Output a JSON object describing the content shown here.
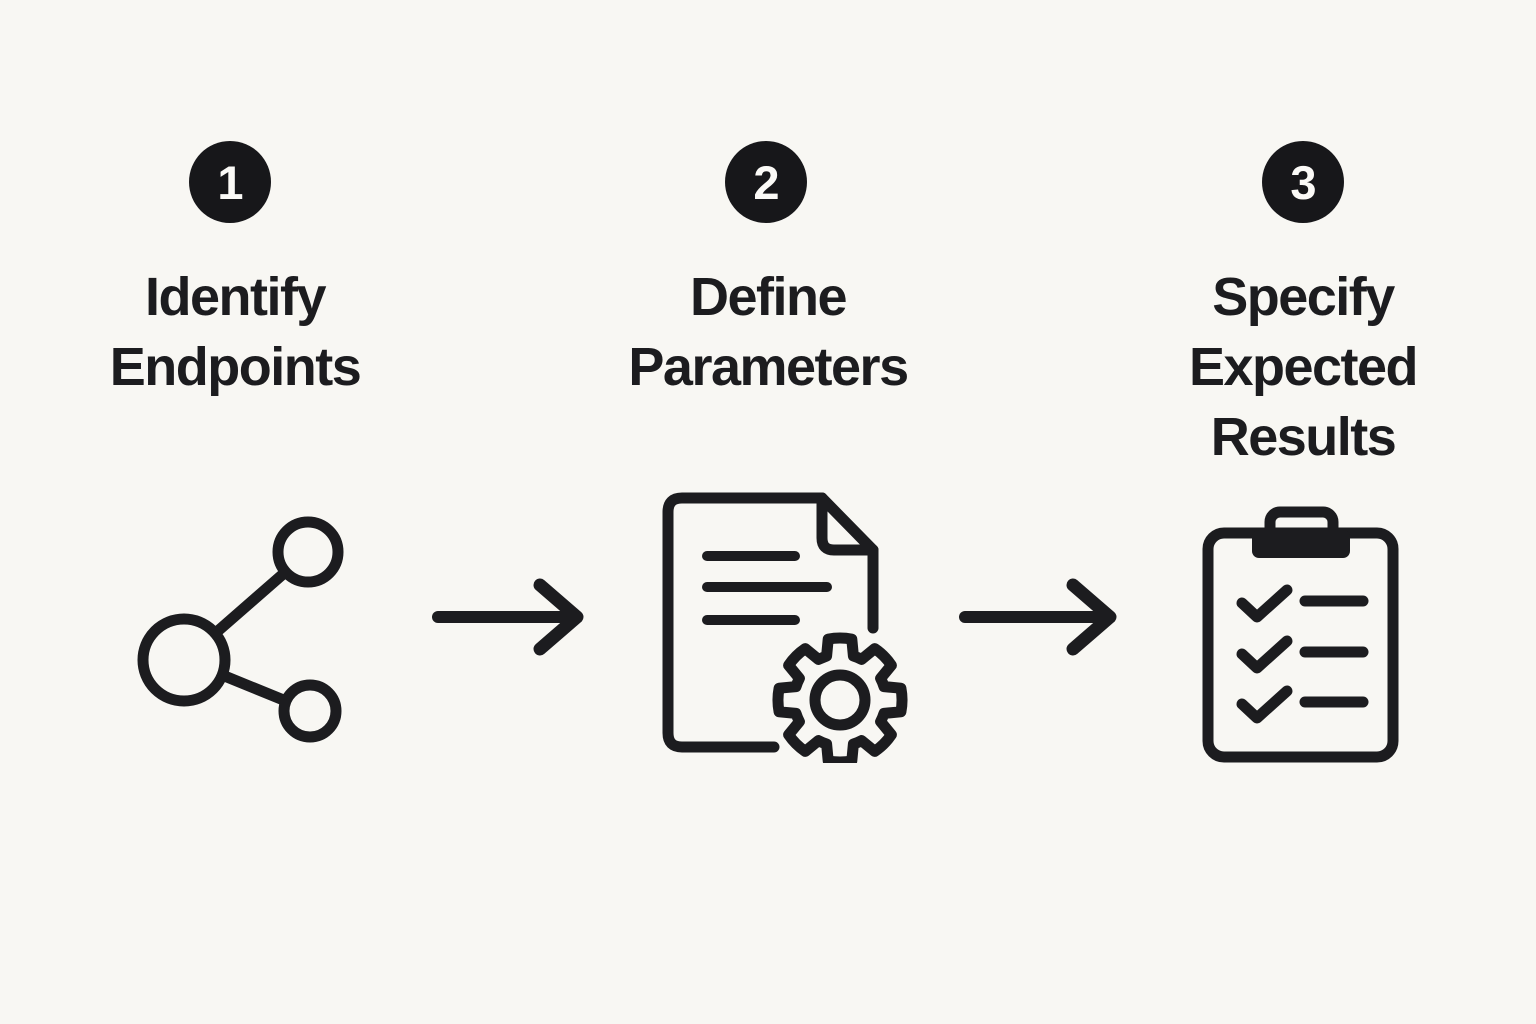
{
  "diagram": {
    "background_color": "#f8f7f3",
    "ink_color": "#1c1c1f",
    "badge_bg_color": "#17171a",
    "badge_text_color": "#fbfaf7",
    "steps": [
      {
        "number": "1",
        "title": "Identify\nEndpoints",
        "icon": "share-network-icon"
      },
      {
        "number": "2",
        "title": "Define\nParameters",
        "icon": "document-gear-icon"
      },
      {
        "number": "3",
        "title": "Specify\nExpected\nResults",
        "icon": "clipboard-checklist-icon"
      }
    ],
    "connectors": [
      {
        "icon": "arrow-right-icon"
      },
      {
        "icon": "arrow-right-icon"
      }
    ]
  }
}
